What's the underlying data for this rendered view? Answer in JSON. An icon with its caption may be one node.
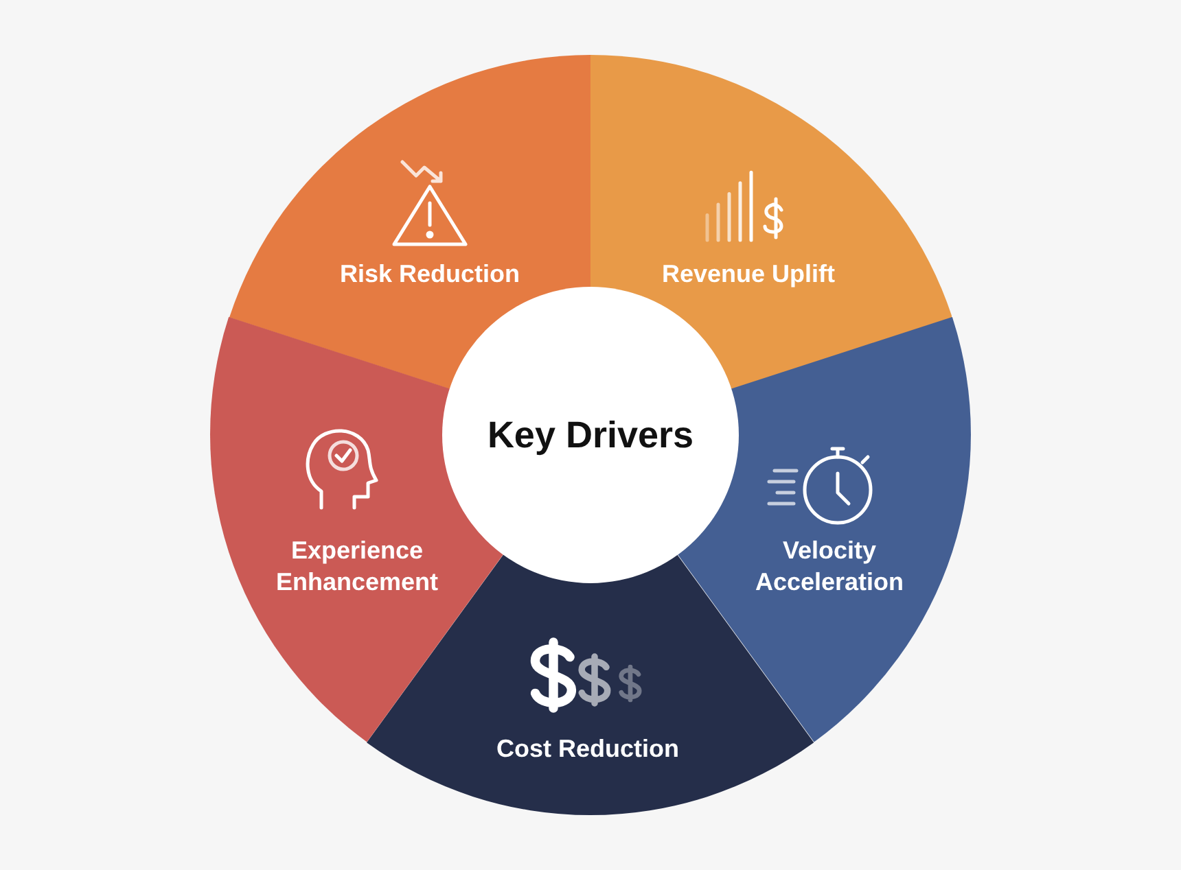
{
  "diagram": {
    "nodes": [
      {
        "text": [
          "Key Drivers"
        ]
      },
      {
        "text": [
          "Risk Reduction"
        ]
      },
      {
        "text": [
          "Revenue Uplift"
        ]
      },
      {
        "text": [
          "Velocity Acceleration"
        ]
      },
      {
        "text": [
          "Cost Reduction"
        ]
      },
      {
        "text": [
          "Experience Enhancement"
        ]
      }
    ]
  }
}
